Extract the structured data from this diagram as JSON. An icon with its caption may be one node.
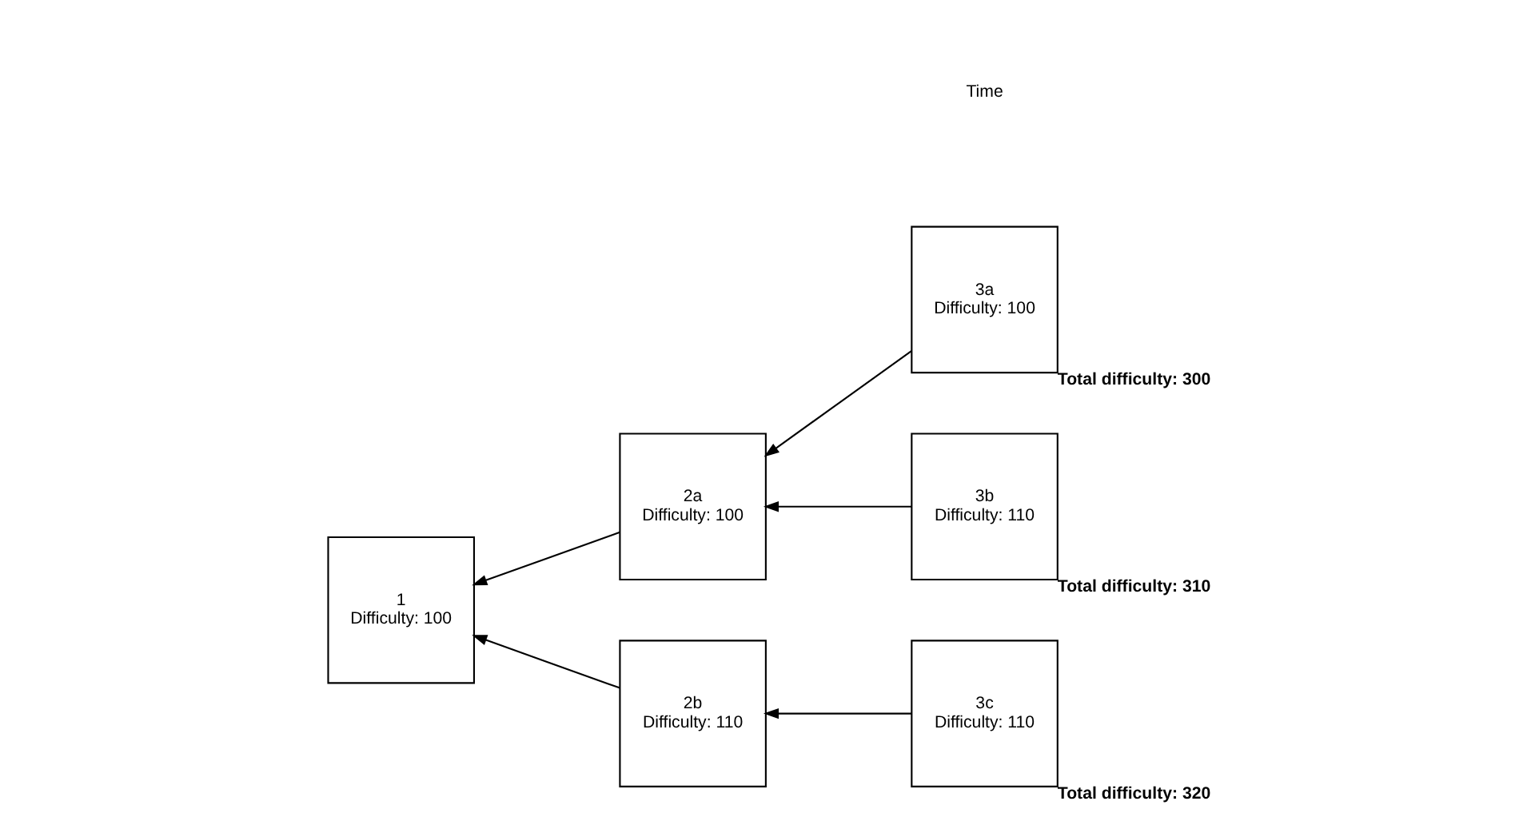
{
  "diagram": {
    "nodes": [
      {
        "text": [
          "1",
          "Difficulty: 100"
        ]
      },
      {
        "text": [
          "2a",
          "Difficulty: 100"
        ]
      },
      {
        "text": [
          "3a",
          "Difficulty: 100"
        ],
        "beside": [
          "Total difficulty: 300"
        ]
      },
      {
        "text": [
          "3b",
          "Difficulty: 110"
        ],
        "beside": [
          "Total difficulty: 310"
        ]
      },
      {
        "text": [
          "2b",
          "Difficulty: 110"
        ]
      },
      {
        "text": [
          "3c",
          "Difficulty: 110"
        ],
        "beside": [
          "Total difficulty: 320"
        ]
      }
    ],
    "edges": [
      {
        "from": 1,
        "to": 0,
        "arrow": "to"
      },
      {
        "from": 2,
        "to": 1,
        "arrow": "to"
      },
      {
        "from": 3,
        "to": 1,
        "arrow": "to"
      },
      {
        "from": 4,
        "to": 0,
        "arrow": "to"
      },
      {
        "from": 5,
        "to": 4,
        "arrow": "to"
      }
    ],
    "labels": [
      "Time"
    ]
  }
}
